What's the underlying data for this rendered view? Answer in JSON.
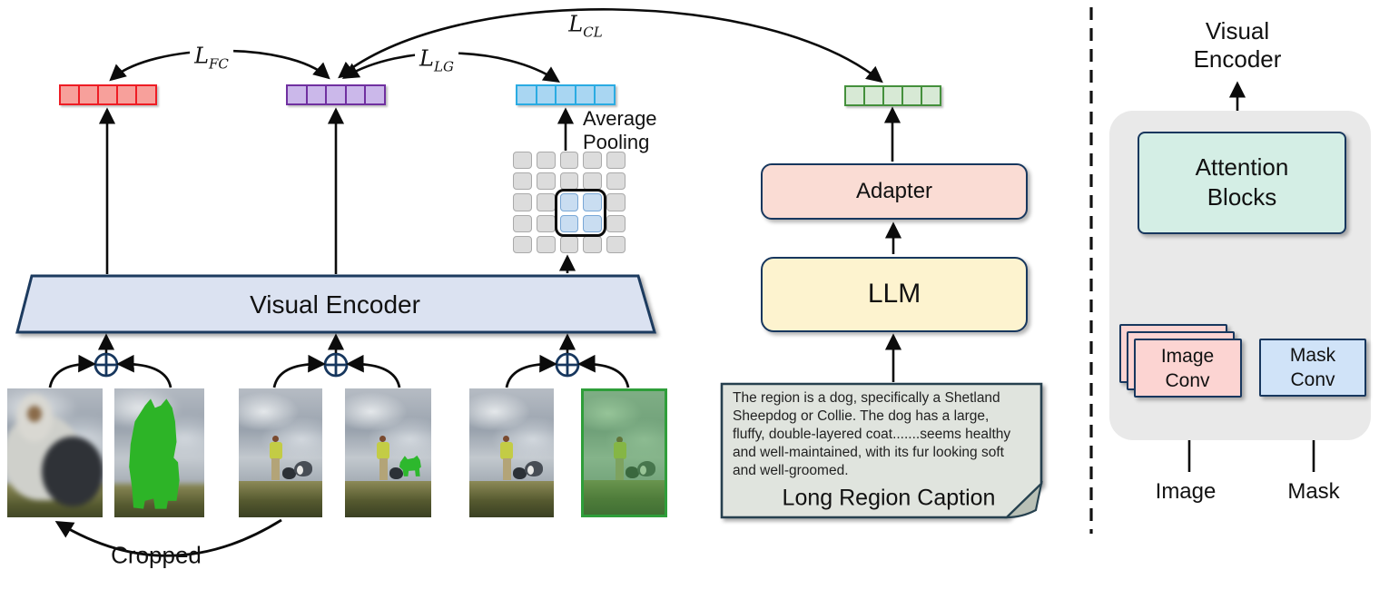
{
  "figure": {
    "left": {
      "losses": {
        "fc": {
          "base": "L",
          "sub": "FC"
        },
        "lg": {
          "base": "L",
          "sub": "LG"
        },
        "cl": {
          "base": "L",
          "sub": "CL"
        }
      },
      "average_pooling": "Average\nPooling",
      "encoder_label": "Visual Encoder",
      "cropped_label": "Cropped",
      "token_rows": [
        {
          "name": "cropped-region-tokens",
          "fill": "#f7a09b",
          "border": "#ee1c24"
        },
        {
          "name": "full-image-tokens",
          "fill": "#cbb8ea",
          "border": "#7030a0"
        },
        {
          "name": "region-pooled-tokens",
          "fill": "#a9d6f2",
          "border": "#2aabe2"
        }
      ],
      "grid": {
        "rows": 5,
        "cols": 5,
        "highlight_rows": [
          2,
          3
        ],
        "highlight_cols": [
          2,
          3
        ]
      },
      "images": [
        {
          "name": "cropped-dog-photo",
          "desc": "blurry cropped photo of a dog"
        },
        {
          "name": "cropped-dog-mask",
          "desc": "cropped dog with green segmentation mask"
        },
        {
          "name": "scene-photo",
          "desc": "person standing with two dogs in a field"
        },
        {
          "name": "scene-dog-masked",
          "desc": "scene with one dog highlighted by green mask"
        },
        {
          "name": "scene-photo-2",
          "desc": "person standing with two dogs in a field"
        },
        {
          "name": "scene-full-green",
          "desc": "green-tinted whole scene with green border"
        }
      ]
    },
    "middle": {
      "adapter_label": "Adapter",
      "llm_label": "LLM",
      "caption_text": "The region is a dog, specifically a Shetland\nSheepdog or Collie. The dog has a large,\nfluffy, double-layered coat.......seems healthy\nand well-maintained, with its fur looking soft\nand well-groomed.",
      "caption_title": "Long Region Caption",
      "green_tokens": {
        "fill": "#d7e9d5",
        "border": "#44903c"
      }
    },
    "right": {
      "title": "Visual Encoder",
      "attention_label": "Attention\nBlocks",
      "image_conv_label": "Image\nConv",
      "mask_conv_label": "Mask\nConv",
      "image_label": "Image",
      "mask_label": "Mask"
    },
    "colors": {
      "trapezoid_fill": "#dbe2f1",
      "box_border": "#17375e",
      "adapter_fill": "#fadcd4",
      "llm_fill": "#fdf3cf",
      "attention_fill": "#d4eee5",
      "image_conv_fill": "#fcd4d2",
      "mask_conv_fill": "#d0e3f8",
      "caption_box_fill": "#e0e4de",
      "panel_fill": "#e9e9e9"
    }
  }
}
